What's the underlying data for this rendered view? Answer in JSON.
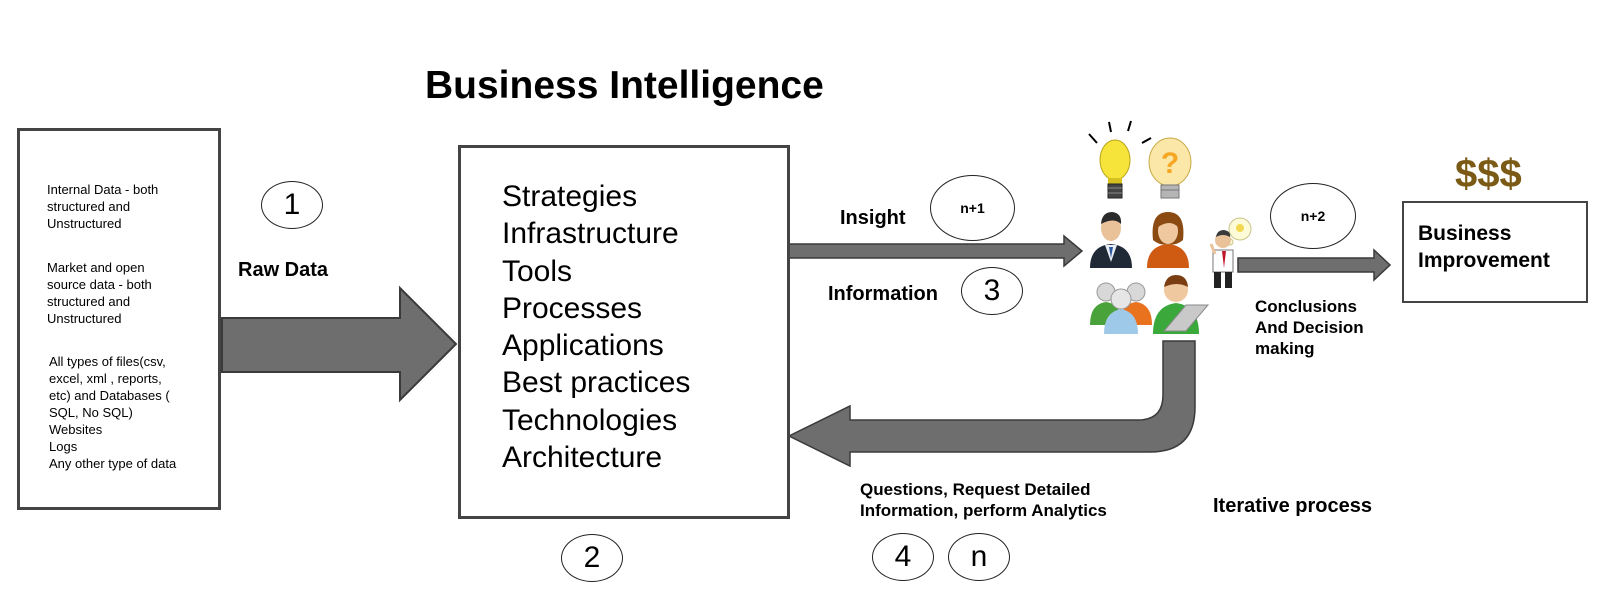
{
  "title": "Business Intelligence",
  "source_box": {
    "internal": "Internal Data - both\nstructured and\nUnstructured",
    "market": "Market and open\nsource data - both\nstructured and\nUnstructured",
    "files": "All types of files(csv,\nexcel, xml , reports,\netc) and Databases (\nSQL, No SQL)\nWebsites\nLogs\nAny other type of data"
  },
  "raw_data_label": "Raw Data",
  "step_labels": {
    "s1": "1",
    "s2": "2",
    "s3": "3",
    "s4": "4",
    "sn": "n",
    "sn1": "n+1",
    "sn2": "n+2"
  },
  "bi_items": [
    "Strategies",
    "Infrastructure",
    "Tools",
    "Processes",
    "Applications",
    "Best practices",
    "Technologies",
    "Architecture"
  ],
  "insight_label": "Insight",
  "information_label": "Information",
  "questions_label": "Questions, Request Detailed\nInformation, perform Analytics",
  "conclusions_label": "Conclusions\nAnd Decision\nmaking",
  "dollars": "$$$",
  "business_improvement": "Business\nImprovement",
  "iterative_label": "Iterative process",
  "colors": {
    "arrow": "#6e6e6e",
    "arrow_stroke": "#3a3a3a",
    "dollar": "#7a5a14",
    "bulb_yellow": "#f7e43a",
    "bulb_orange": "#f5a623"
  }
}
